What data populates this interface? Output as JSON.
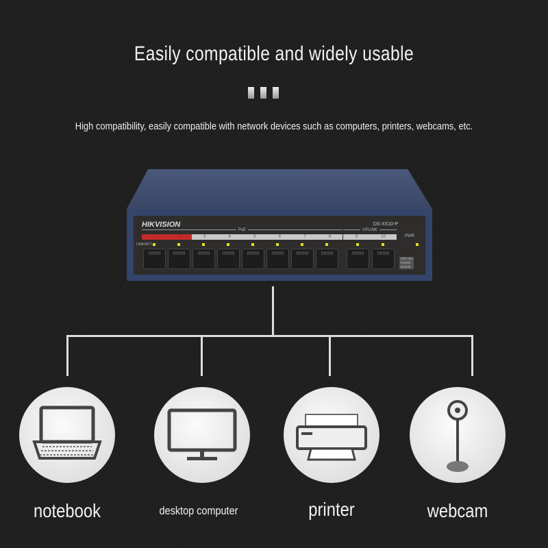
{
  "header": {
    "title": "Easily compatible and widely usable",
    "subtitle": "High compatibility, easily compatible with network devices such as computers, printers, webcams, etc."
  },
  "switch": {
    "brand": "HIKVISION",
    "model": "DS-XS10-P",
    "poe_label": "PoE",
    "uplink_label": "UPLINK",
    "pwr_label": "PWR",
    "link_label": "LINK/ACT",
    "ports": [
      "1",
      "2",
      "3",
      "4",
      "5",
      "6",
      "7",
      "8"
    ],
    "uplink_ports": [
      "9",
      "10"
    ],
    "dip_labels": [
      "OFF ON",
      "Extend",
      "Default"
    ],
    "accent": "#c42a2a",
    "led_color": "#e8e020"
  },
  "devices": [
    {
      "label": "notebook",
      "icon": "laptop-icon"
    },
    {
      "label": "desktop computer",
      "icon": "monitor-icon"
    },
    {
      "label": "printer",
      "icon": "printer-icon"
    },
    {
      "label": "webcam",
      "icon": "webcam-icon"
    }
  ]
}
